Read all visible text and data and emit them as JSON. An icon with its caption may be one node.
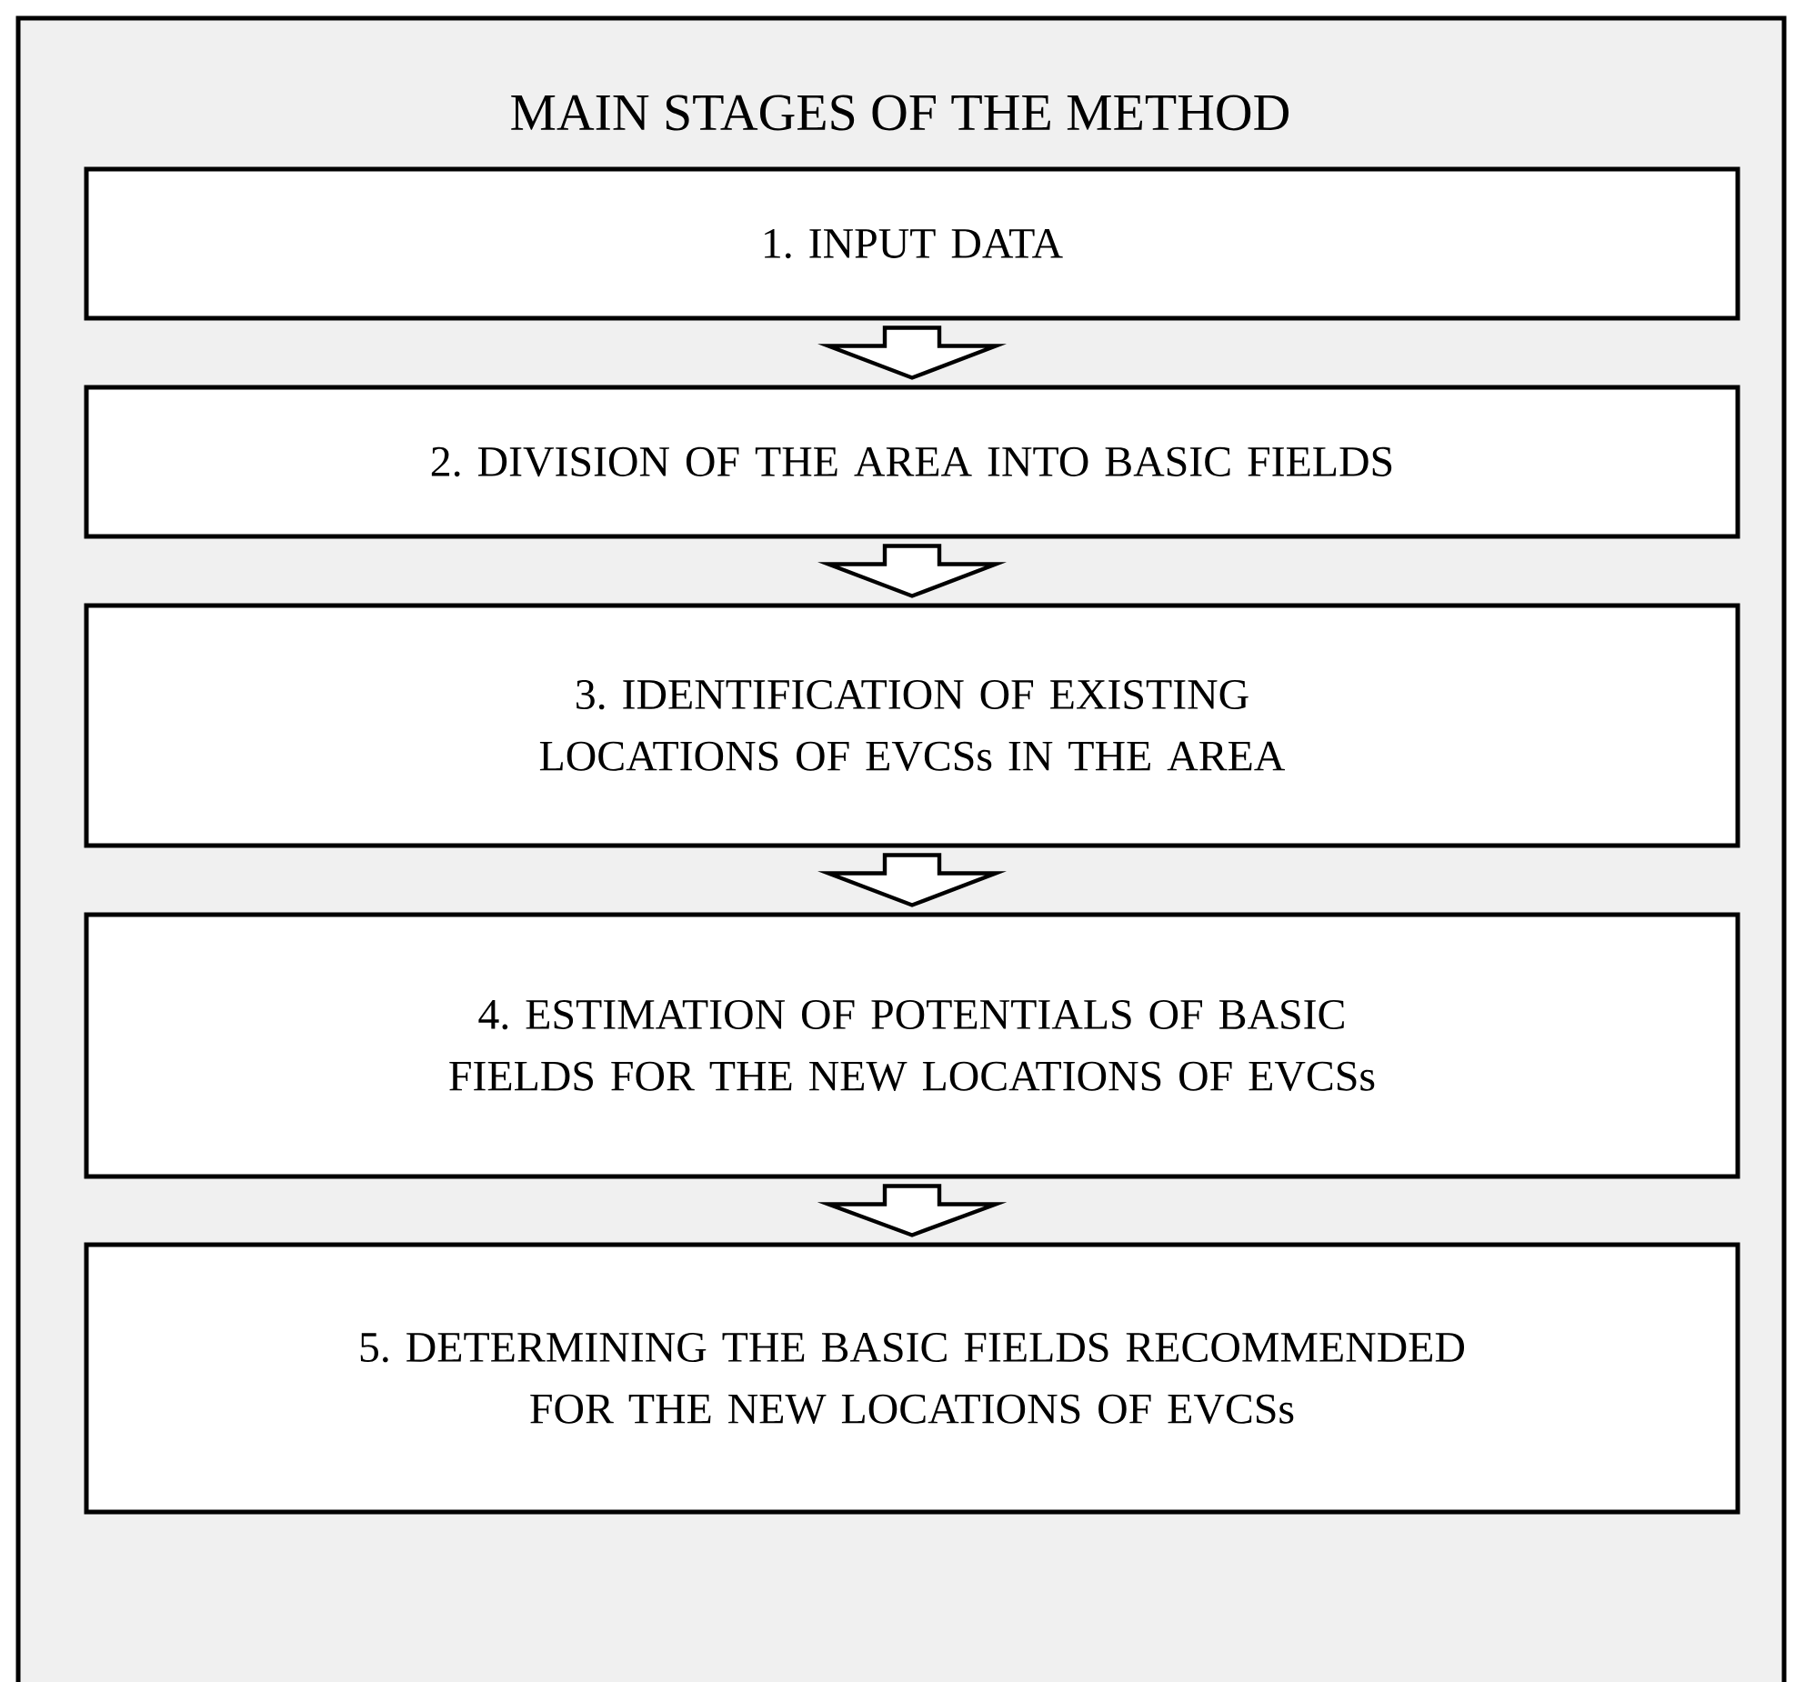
{
  "diagram": {
    "nodes": [
      {
        "text": [
          "MAIN STAGES OF THE METHOD"
        ]
      },
      {
        "text": [
          "1. INPUT DATA"
        ],
        "in": 0
      },
      {
        "text": [
          "2. DIVISION OF THE AREA INTO BASIC FIELDS"
        ],
        "in": 0
      },
      {
        "text": [
          "3. IDENTIFICATION OF EXISTING LOCATIONS OF EVCSs IN THE AREA"
        ],
        "in": 0
      },
      {
        "text": [
          "4. ESTIMATION OF POTENTIALS OF BASIC FIELDS FOR THE NEW LOCATIONS OF EVCSs"
        ],
        "in": 0
      },
      {
        "text": [
          "5. DETERMINING THE BASIC FIELDS RECOMMENDED FOR THE NEW LOCATIONS OF EVCSs"
        ],
        "in": 0
      }
    ],
    "edges": [
      {
        "from": 1,
        "to": 2,
        "arrow": "to"
      },
      {
        "from": 2,
        "to": 3,
        "arrow": "to"
      },
      {
        "from": 3,
        "to": 4,
        "arrow": "to"
      },
      {
        "from": 4,
        "to": 5,
        "arrow": "to"
      }
    ]
  }
}
